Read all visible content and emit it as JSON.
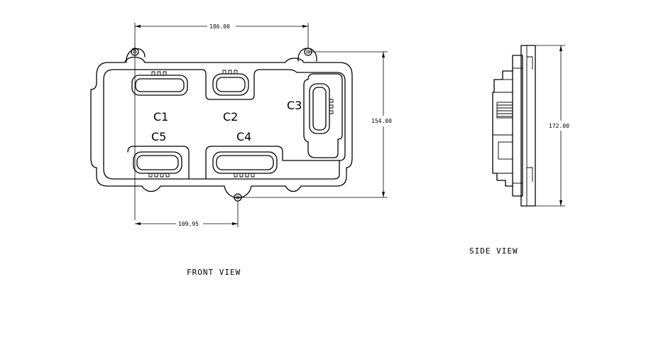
{
  "views": {
    "front": {
      "label": "FRONT VIEW"
    },
    "side": {
      "label": "SIDE VIEW"
    }
  },
  "dimensions": {
    "width_top": "186.00",
    "height_front": "154.00",
    "offset_bottom": "109.95",
    "height_side": "172.00"
  },
  "connectors": {
    "c1": "C1",
    "c2": "C2",
    "c3": "C3",
    "c4": "C4",
    "c5": "C5"
  }
}
